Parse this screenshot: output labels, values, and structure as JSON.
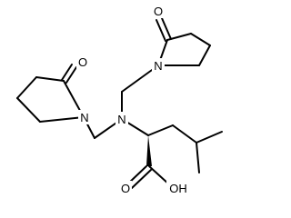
{
  "molecule": {
    "atom_labels": {
      "oxo_top": "O",
      "nitrogen_top_ring": "N",
      "oxo_left": "O",
      "nitrogen_left_ring": "N",
      "nitrogen_central": "N",
      "acid_oxygen": "O",
      "hydroxyl": "OH"
    },
    "colors": {
      "bond": "#000000",
      "background": "#ffffff"
    }
  }
}
